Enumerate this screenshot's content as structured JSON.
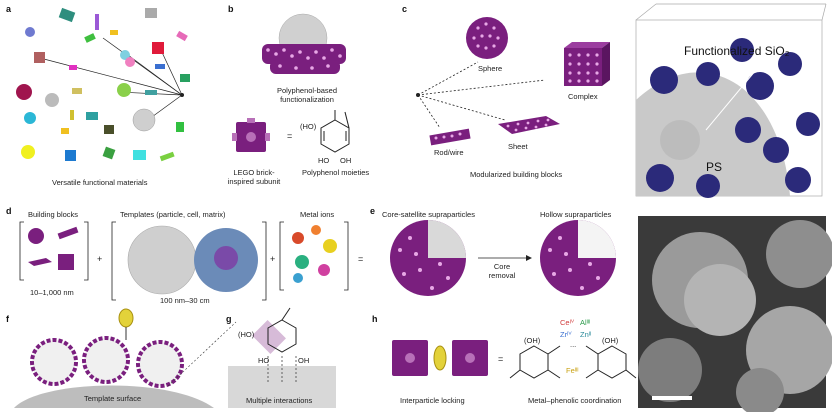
{
  "panels": {
    "a": {
      "label": "a",
      "caption": "Versatile functional materials"
    },
    "b": {
      "label": "b",
      "caption_top": "Polyphenol-based functionalization",
      "lego_caption": "LEGO brick-inspired subunit",
      "equals": "=",
      "ho_group": "(HO)",
      "ho2": "HO",
      "oh2": "OH",
      "moieties_caption": "Polyphenol moieties"
    },
    "c": {
      "label": "c",
      "sphere": "Sphere",
      "complex": "Complex",
      "rod": "Rod/wire",
      "sheet": "Sheet",
      "caption": "Modularized building blocks"
    },
    "d": {
      "label": "d",
      "blocks": "Building blocks",
      "templates": "Templates (particle, cell, matrix)",
      "metal": "Metal ions",
      "range1": "10–1,000 nm",
      "range2": "100 nm–30 cm",
      "plus": "+",
      "equals": "="
    },
    "e": {
      "label": "e",
      "core_sat": "Core-satellite supraparticles",
      "hollow": "Hollow supraparticles",
      "core_removal": "Core removal"
    },
    "f": {
      "label": "f",
      "template_surface": "Template surface"
    },
    "g": {
      "label": "g",
      "ho": "(HO)",
      "ho2": "HO",
      "oh2": "OH",
      "caption": "Multiple interactions"
    },
    "h": {
      "label": "h",
      "locking": "Interparticle locking",
      "equals": "=",
      "coord": "Metal–phenolic coordination",
      "ce": "Ceᴵⱽ",
      "al": "Alᴵᴵᴵ",
      "zr": "Zrᴵⱽ",
      "zn": "Znᴵᴵ",
      "dots": "...",
      "fe": "Feᴵᴵᴵ",
      "oh_l": "(OH)",
      "oh_r": "(OH)"
    },
    "i": {
      "functionalized": "Functionalized SiO₂",
      "ps": "PS"
    }
  },
  "colors": {
    "purple": "#7a1f7e",
    "pink": "#e8a8e6",
    "grey": "#c8c8c8",
    "navy": "#2b2a7a",
    "yellow": "#e3d23a"
  }
}
